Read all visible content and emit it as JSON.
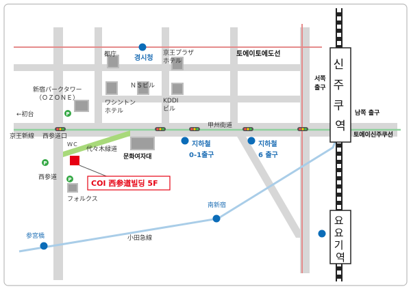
{
  "colors": {
    "frame": "#bbbbbb",
    "road": "#d7d7d7",
    "road_edge": "#bdbdbd",
    "rail_line": "#8fd19e",
    "subway_red": "#e58a8a",
    "subway_blue": "#a9cde8",
    "park_green": "#a8d97a",
    "station_dot": "#0b6cb8",
    "highlight": "#e60012",
    "parking": "#35a845"
  },
  "labels": {
    "shinjuku_station": "신주쿠역",
    "yoyogi_station": "요요기역",
    "toei_oedo_line": "토에이토에도선",
    "toei_shinjuku_line": "토에이신주쿠선",
    "west_exit": "서쪽\n출구",
    "south_exit": "남쪽 출구",
    "tocho": "都庁",
    "tochomae": "경시청",
    "keio_plaza": "京王プラザ\nホテル",
    "ns_building": "ＮＳビル",
    "park_tower": "新宿パークタワー\n（ＯＺＯＮＥ）",
    "washington_hotel": "ワシントン\nホテル",
    "kddi_building": "KDDI\nビル",
    "hatsudai": "←初台",
    "koshu_kaido": "甲州街道",
    "keio_new_line": "京王新線",
    "nishisando_guchi": "西参道口",
    "wc": "ＷＣ",
    "yoyogi_ryokudo": "代々木緑道",
    "bunka_women_univ": "문화여자대",
    "subway_exit_01": "지하철\n0-1출구",
    "subway_exit_6": "지하철\n6 출구",
    "nishisando": "西参道",
    "coi_building": "COI 西参道빌딩 5F",
    "folkus": "フォルクス",
    "minami_shinjuku": "南新宿",
    "sangubashi": "参宮橋",
    "odakyu_line": "小田急線"
  },
  "icons": {
    "parking": "parking-icon",
    "station": "station-dot-icon",
    "signal": "traffic-signal-icon",
    "building": "building-block-icon",
    "target": "destination-marker-icon"
  }
}
